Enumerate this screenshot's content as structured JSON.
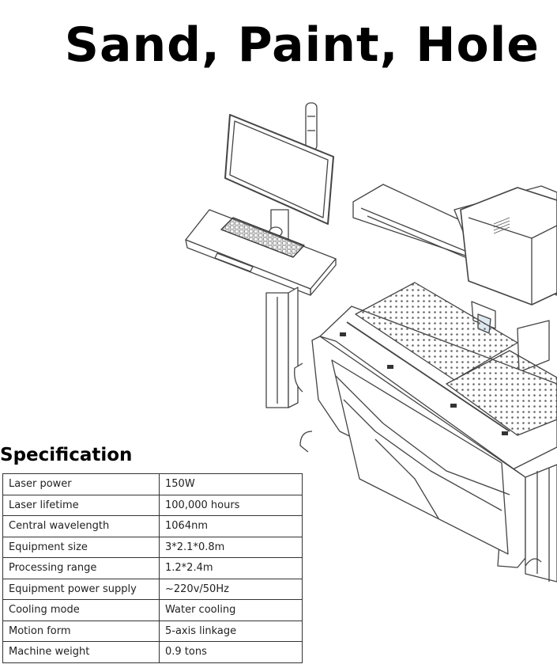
{
  "headline": "Sand, Paint, Hole",
  "spec": {
    "title": "Specification",
    "rows": [
      {
        "label": "Laser power",
        "value": "150W"
      },
      {
        "label": "Laser lifetime",
        "value": "100,000 hours"
      },
      {
        "label": "Central wavelength",
        "value": "1064nm"
      },
      {
        "label": "Equipment size",
        "value": "3*2.1*0.8m"
      },
      {
        "label": "Processing range",
        "value": "1.2*2.4m"
      },
      {
        "label": "Equipment power supply",
        "value": "~220v/50Hz"
      },
      {
        "label": "Cooling mode",
        "value": "Water cooling"
      },
      {
        "label": "Motion form",
        "value": "5-axis linkage"
      },
      {
        "label": "Machine weight",
        "value": "0.9 tons"
      }
    ]
  }
}
